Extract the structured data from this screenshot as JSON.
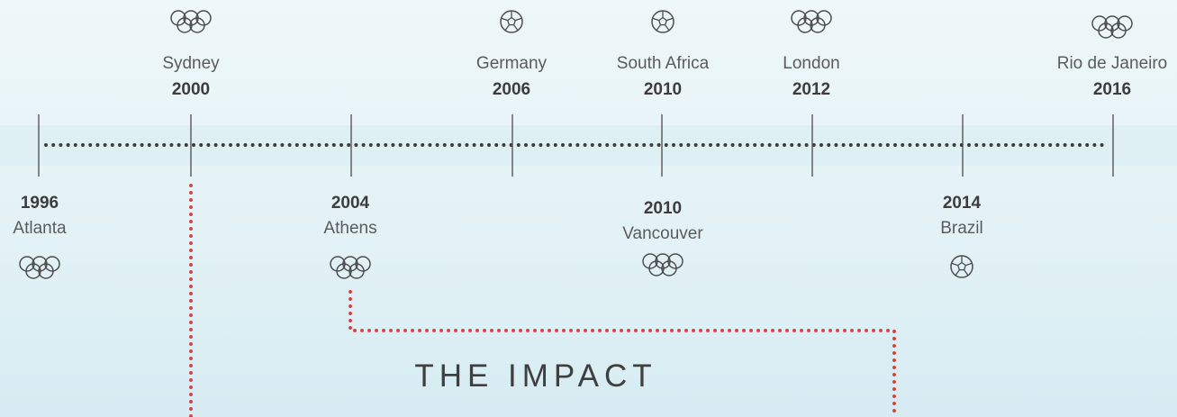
{
  "timeline": {
    "events": [
      {
        "year": "1996",
        "place": "Atlanta",
        "icon": "olympic-rings-icon",
        "side": "bottom"
      },
      {
        "year": "2000",
        "place": "Sydney",
        "icon": "olympic-rings-icon",
        "side": "top"
      },
      {
        "year": "2004",
        "place": "Athens",
        "icon": "olympic-rings-icon",
        "side": "bottom"
      },
      {
        "year": "2006",
        "place": "Germany",
        "icon": "soccer-ball-icon",
        "side": "top"
      },
      {
        "year": "2010",
        "place": "South Africa",
        "icon": "soccer-ball-icon",
        "side": "top"
      },
      {
        "year": "2010",
        "place": "Vancouver",
        "icon": "olympic-rings-icon",
        "side": "bottom"
      },
      {
        "year": "2012",
        "place": "London",
        "icon": "olympic-rings-icon",
        "side": "top"
      },
      {
        "year": "2014",
        "place": "Brazil",
        "icon": "soccer-ball-icon",
        "side": "bottom"
      },
      {
        "year": "2016",
        "place": "Rio de Janeiro",
        "icon": "olympic-rings-icon",
        "side": "top"
      }
    ]
  },
  "impact": {
    "title": "THE IMPACT"
  },
  "colors": {
    "background": "#e3f2f6",
    "band": "#dff0f4",
    "axis_dots": "#3d3d3d",
    "tick": "#4a4a4a",
    "connector": "#d64545",
    "icon": "#4d4d4d"
  }
}
